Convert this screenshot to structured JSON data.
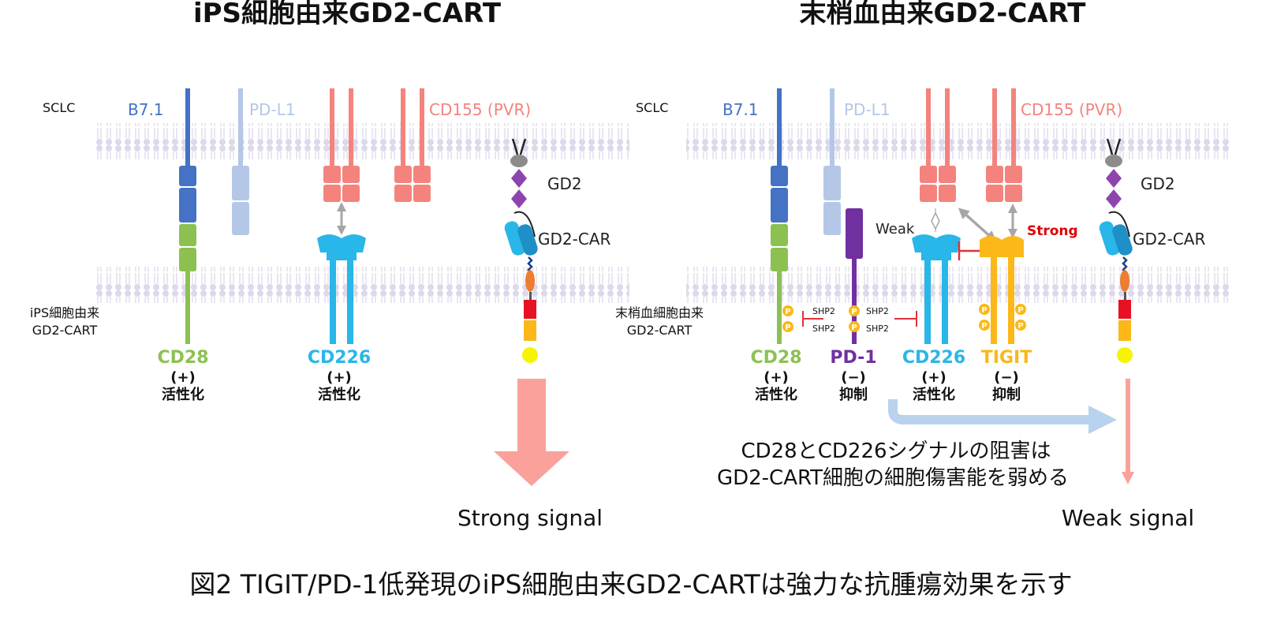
{
  "left_panel": {
    "title": "iPS細胞由来GD2-CART",
    "sclc_label": "SCLC",
    "cell_label_line1": "iPS細胞由来",
    "cell_label_line2": "GD2-CART",
    "ligands": {
      "b71": "B7.1",
      "pdl1": "PD-L1",
      "cd155": "CD155 (PVR)"
    },
    "gd2": "GD2",
    "gd2_car": "GD2-CAR",
    "receptors": [
      {
        "name": "CD28",
        "sign": "(+)",
        "effect": "活性化"
      },
      {
        "name": "CD226",
        "sign": "(+)",
        "effect": "活性化"
      }
    ],
    "signal": "Strong signal"
  },
  "right_panel": {
    "title": "末梢血由来GD2-CART",
    "sclc_label": "SCLC",
    "cell_label_line1": "末梢血細胞由来",
    "cell_label_line2": "GD2-CART",
    "ligands": {
      "b71": "B7.1",
      "pdl1": "PD-L1",
      "cd155": "CD155 (PVR)"
    },
    "gd2": "GD2",
    "gd2_car": "GD2-CAR",
    "weak_label": "Weak",
    "strong_label": "Strong",
    "shp2": "SHP2",
    "phospho": "P",
    "receptors": [
      {
        "name": "CD28",
        "sign": "(+)",
        "effect": "活性化"
      },
      {
        "name": "PD-1",
        "sign": "(−)",
        "effect": "抑制"
      },
      {
        "name": "CD226",
        "sign": "(+)",
        "effect": "活性化"
      },
      {
        "name": "TIGIT",
        "sign": "(−)",
        "effect": "抑制"
      }
    ],
    "note_line1": "CD28とCD226シグナルの阻害は",
    "note_line2": "GD2-CART細胞の細胞傷害能を弱める",
    "signal": "Weak signal"
  },
  "caption": "図2 TIGIT/PD-1低発現のiPS細胞由来GD2-CARTは強力な抗腫瘍効果を示す",
  "colors": {
    "b71": "#4472c4",
    "pdl1": "#b4c7e7",
    "cd155": "#f4837d",
    "cd28": "#8cc152",
    "cd226": "#29b6e8",
    "pd1": "#7030a0",
    "tigit": "#fbb818",
    "gd2": "#8e44ad",
    "membrane": "#e4e1ee",
    "signal_arrow": "#f9a19a",
    "inhibit": "#e0323c",
    "strong": "#e00000"
  }
}
